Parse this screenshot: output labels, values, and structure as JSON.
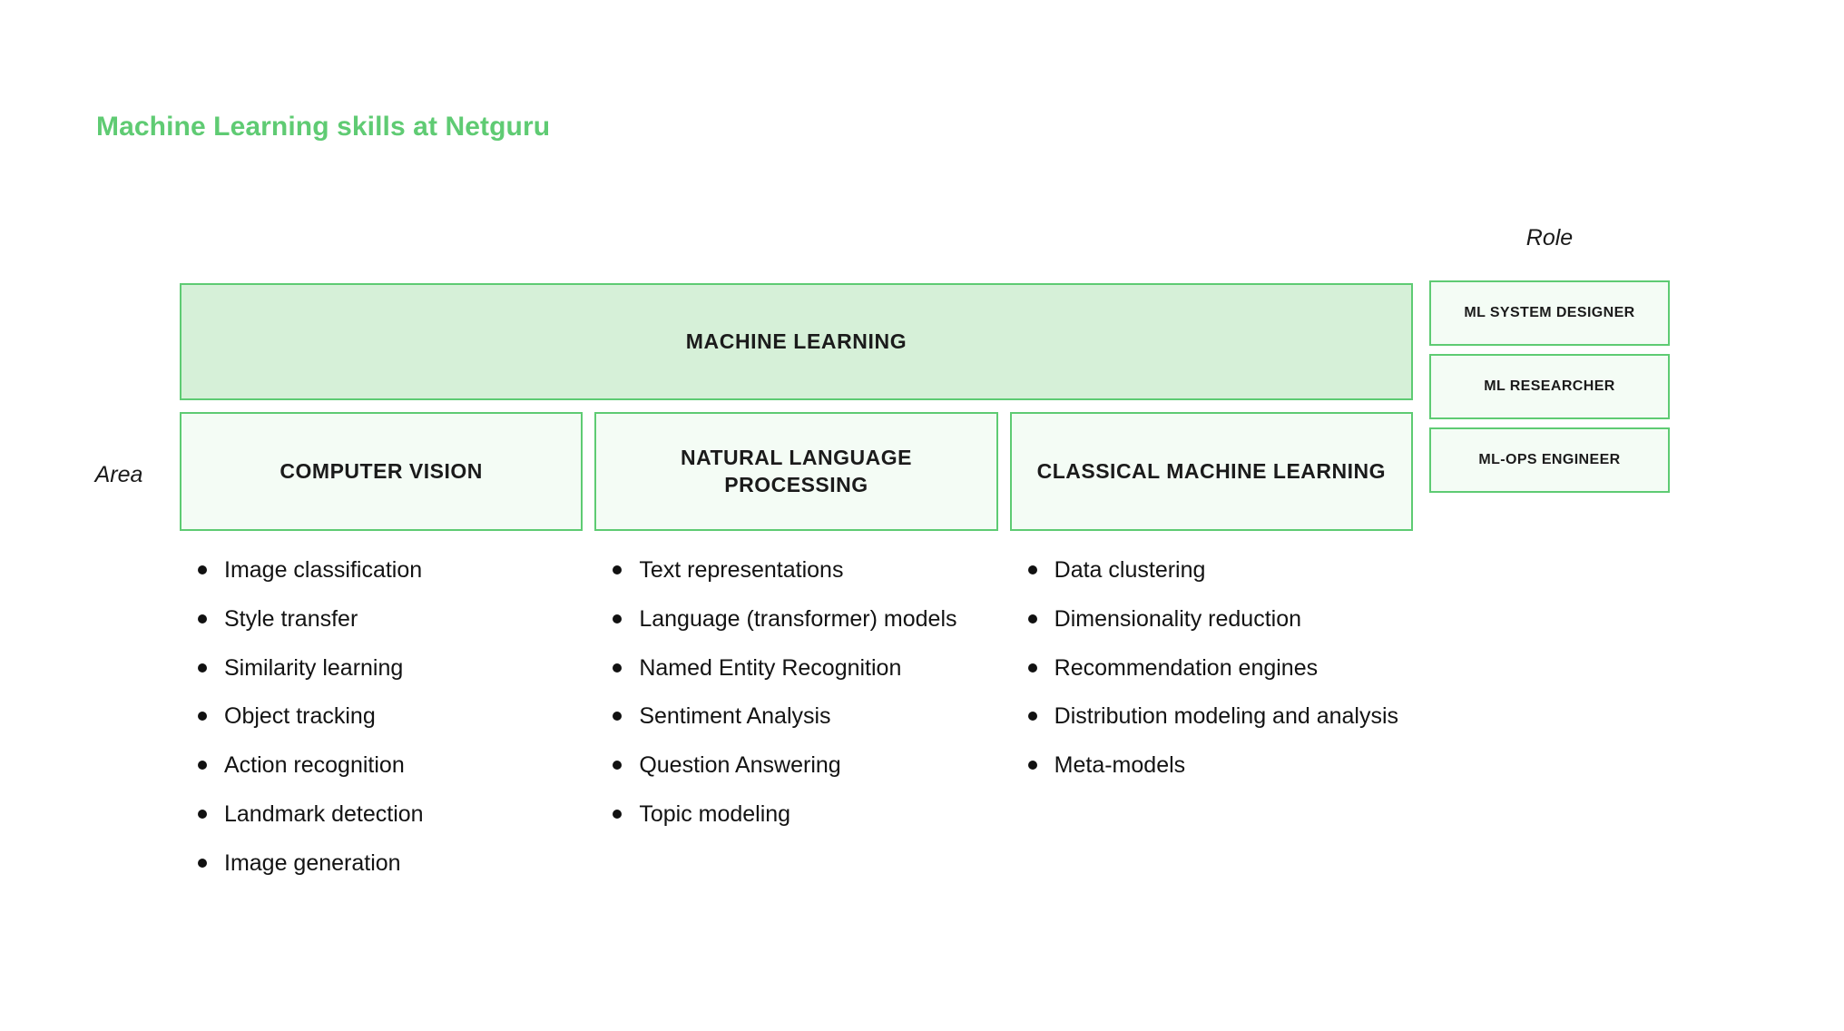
{
  "page": {
    "title": "Machine Learning skills at Netguru",
    "title_color": "#5fcb73",
    "background": "#ffffff"
  },
  "colors": {
    "accent_green": "#5ecb73",
    "banner_fill": "#d6f0d8",
    "box_fill": "#f4fcf5",
    "text": "#1b1b1b"
  },
  "axis_labels": {
    "role": "Role",
    "area": "Area"
  },
  "banner": {
    "label": "MACHINE LEARNING"
  },
  "areas": [
    {
      "label": "COMPUTER VISION",
      "skills": [
        "Image classification",
        "Style transfer",
        "Similarity learning",
        "Object tracking",
        "Action recognition",
        "Landmark detection",
        "Image generation"
      ]
    },
    {
      "label": "NATURAL LANGUAGE PROCESSING",
      "skills": [
        "Text representations",
        "Language (transformer) models",
        "Named Entity Recognition",
        "Sentiment Analysis",
        "Question Answering",
        "Topic modeling"
      ]
    },
    {
      "label": "CLASSICAL MACHINE LEARNING",
      "skills": [
        "Data clustering",
        "Dimensionality reduction",
        "Recommendation engines",
        "Distribution modeling and analysis",
        "Meta-models"
      ]
    }
  ],
  "roles": [
    {
      "label": "ML SYSTEM DESIGNER"
    },
    {
      "label": "ML RESEARCHER"
    },
    {
      "label": "ML-OPS ENGINEER"
    }
  ]
}
